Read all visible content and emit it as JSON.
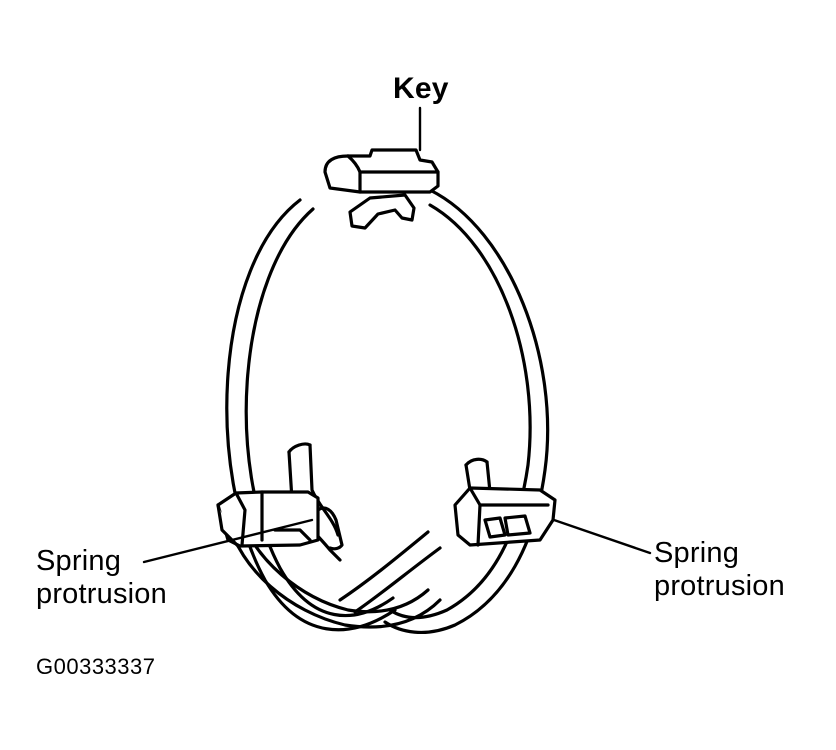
{
  "labels": {
    "key": "Key",
    "left_spring_line1": "Spring",
    "left_spring_line2": "protrusion",
    "right_spring_line1": "Spring",
    "right_spring_line2": "protrusion"
  },
  "figure_id": "G00333337",
  "colors": {
    "ink": "#000000",
    "paper": "#ffffff"
  }
}
